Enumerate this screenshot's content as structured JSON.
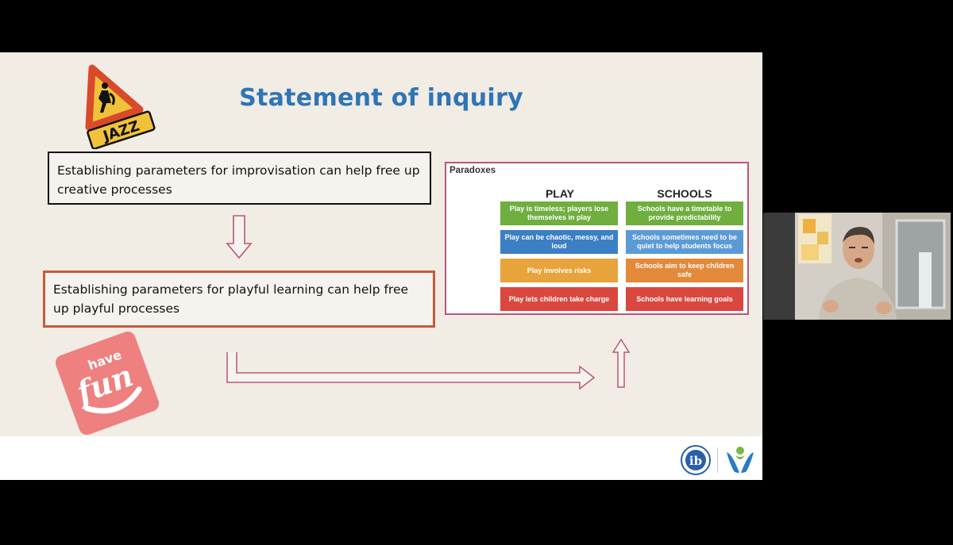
{
  "slide": {
    "title": "Statement of inquiry",
    "jazz_sign": "JAZZ",
    "fun_logo": {
      "top": "have",
      "main": "fun"
    },
    "box1_text": "Establishing parameters for improvisation can help free up creative processes",
    "box2_text": "Establishing parameters for playful learning can help free up playful processes",
    "paradoxes": {
      "title": "Paradoxes",
      "columns": [
        "PLAY",
        "SCHOOLS"
      ],
      "rows": [
        {
          "play": "Play is timeless; players lose themselves in play",
          "schools": "Schools have a timetable to provide predictability"
        },
        {
          "play": "Play can be chaotic, messy, and loud",
          "schools": "Schools sometimes need to be quiet to help students focus"
        },
        {
          "play": "Play involves risks",
          "schools": "Schools aim to keep children safe"
        },
        {
          "play": "Play lets children take charge",
          "schools": "Schools have learning goals"
        }
      ]
    },
    "footer_logos": [
      "ib-logo",
      "ib-pyp-logo"
    ],
    "colors": {
      "title": "#2e75b6",
      "box2_border": "#c55a3c",
      "arrow": "#b8577a",
      "green": "#6fae3f",
      "blue": "#3b7fc4",
      "orange": "#e8a33b",
      "red": "#d9473e"
    }
  },
  "webcam": {
    "participant": "presenter-video"
  }
}
